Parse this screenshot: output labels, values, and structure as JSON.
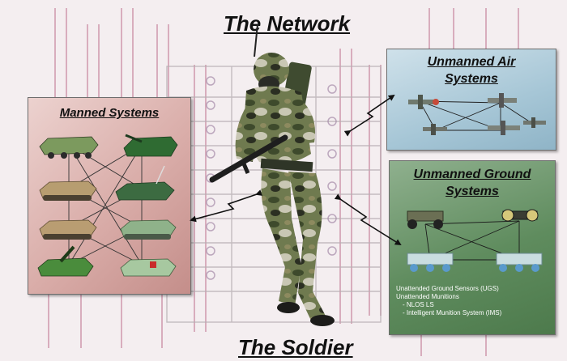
{
  "titles": {
    "network": "The Network",
    "soldier": "The Soldier"
  },
  "panels": {
    "manned": {
      "title": "Manned Systems"
    },
    "uas": {
      "title_line1": "Unmanned Air",
      "title_line2": "Systems"
    },
    "ugs": {
      "title_line1": "Unmanned Ground",
      "title_line2": "Systems",
      "notes": [
        "Unattended Ground Sensors (UGS)",
        "Unattended Munitions",
        "- NLOS LS",
        "- Intelligent Munition System (IMS)"
      ]
    }
  },
  "colors": {
    "manned_panel": "#d9aca8",
    "uas_panel": "#a6c6d6",
    "ugs_panel": "#5f8c5e",
    "grid_lines": "#c98aa3"
  }
}
